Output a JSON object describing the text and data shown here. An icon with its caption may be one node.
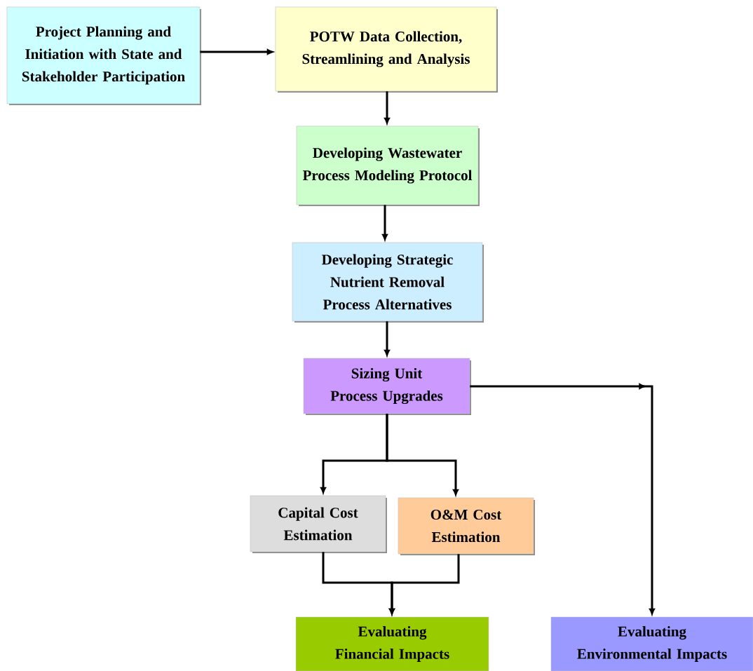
{
  "diagram": {
    "nodes": [
      {
        "text": [
          "Project Planning and Initiation with State and Stakeholder Participation"
        ]
      },
      {
        "text": [
          "POTW Data Collection, Streamlining and Analysis"
        ]
      },
      {
        "text": [
          "Developing Wastewater Process Modeling Protocol"
        ]
      },
      {
        "text": [
          "Developing Strategic Nutrient Removal Process Alternatives"
        ]
      },
      {
        "text": [
          "Sizing Unit Process Upgrades"
        ]
      },
      {
        "text": [
          "Capital Cost Estimation"
        ]
      },
      {
        "text": [
          "O&M Cost Estimation"
        ]
      },
      {
        "text": [
          "Evaluating Financial Impacts"
        ]
      },
      {
        "text": [
          "Evaluating Environmental Impacts"
        ]
      }
    ],
    "edges": [
      {
        "from": 0,
        "to": 1,
        "arrow": "to"
      },
      {
        "from": 1,
        "to": 2,
        "arrow": "to"
      },
      {
        "from": 2,
        "to": 3,
        "arrow": "to"
      },
      {
        "from": 3,
        "to": 4,
        "arrow": "to"
      },
      {
        "from": 4,
        "to": 5,
        "arrow": "to"
      },
      {
        "from": 4,
        "to": 6,
        "arrow": "to"
      },
      {
        "from": 5,
        "to": 7,
        "arrow": "to"
      },
      {
        "from": 6,
        "to": 7,
        "arrow": "to"
      },
      {
        "from": 4,
        "to": 8,
        "arrow": "to"
      }
    ]
  }
}
